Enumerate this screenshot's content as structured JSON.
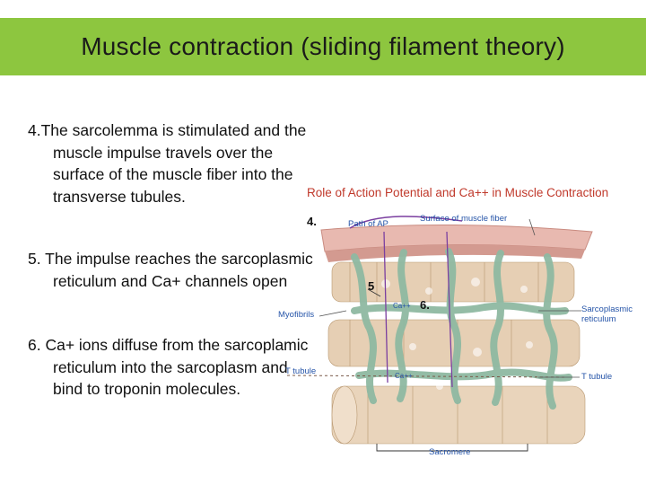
{
  "slide": {
    "title": "Muscle contraction (sliding filament theory)",
    "points": [
      "4.The sarcolemma is stimulated and the muscle impulse travels over the surface of the muscle fiber into the transverse tubules.",
      "5. The impulse reaches the sarcoplasmic reticulum and Ca+ channels open",
      "6. Ca+ ions diffuse from the sarcoplamic reticulum into the sarcoplasm and bind to troponin molecules."
    ]
  },
  "figure": {
    "title": "Role of Action Potential and Ca++ in Muscle Contraction",
    "labels": {
      "path_of_ap": "Path of AP",
      "surface": "Surface of muscle fiber",
      "myofibrils": "Myofibrils",
      "sarcoplasmic_reticulum": "Sarcoplasmic reticulum",
      "t_tubule_left": "T tubule",
      "t_tubule_right": "T tubule",
      "ca_1": "Ca++",
      "ca_2": "Ca++",
      "sarcomere": "Sacromere"
    },
    "markers": {
      "m4": "4.",
      "m5": "5",
      "m6": "6."
    }
  },
  "colors": {
    "title_bar": "#8dc63f",
    "membrane": "#e8b9b0",
    "reticulum": "#8fb9a2",
    "fiber": "#e6cfb4",
    "label_blue": "#2554a8",
    "figure_title": "#c0392b"
  }
}
